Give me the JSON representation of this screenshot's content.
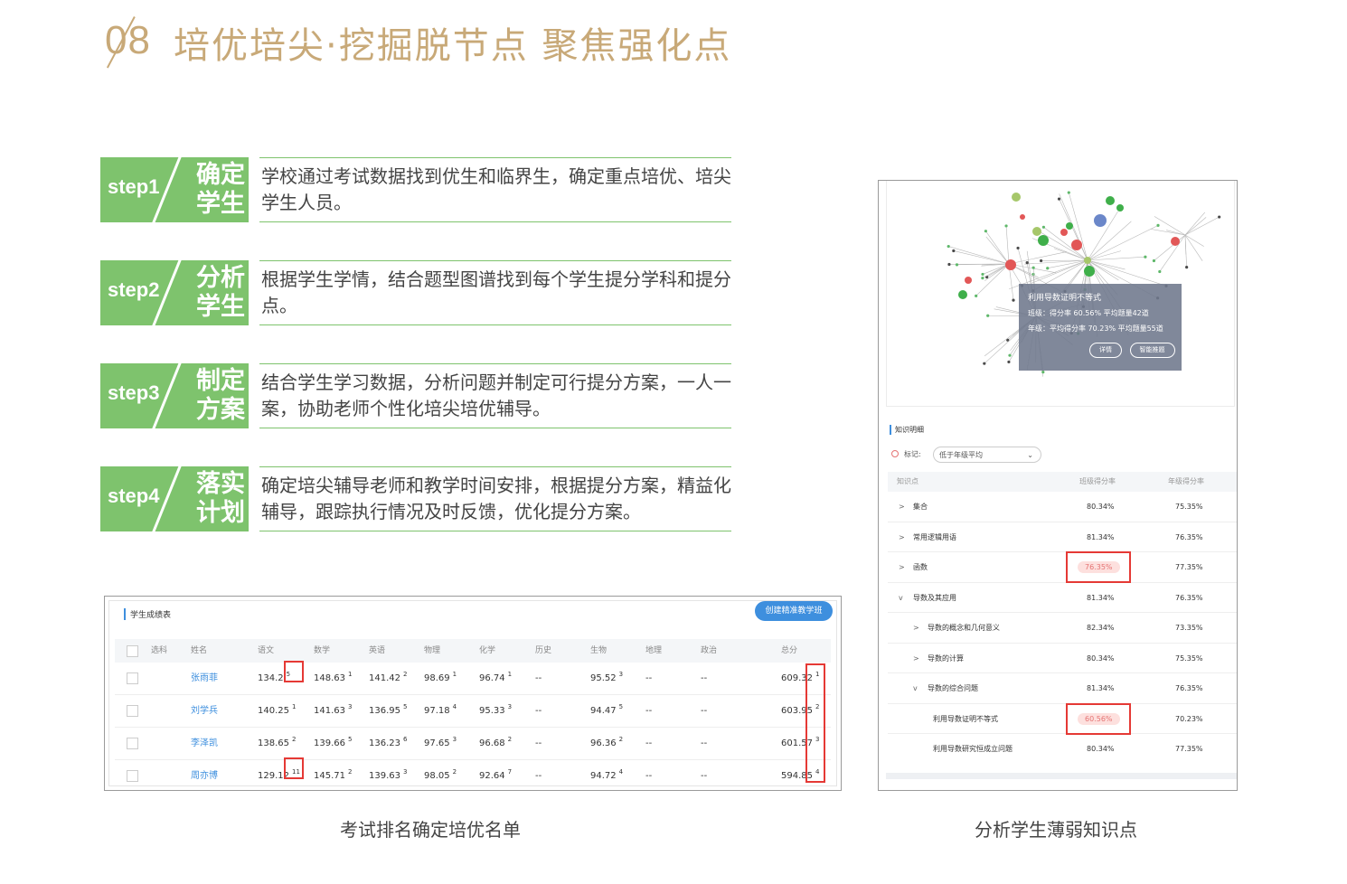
{
  "header": {
    "number": "08",
    "title": "培优培尖·挖掘脱节点 聚焦强化点"
  },
  "steps": [
    {
      "label": "step1",
      "big": [
        "确定",
        "学生"
      ],
      "text": "学校通过考试数据找到优生和临界生，确定重点培优、培尖学生人员。"
    },
    {
      "label": "step2",
      "big": [
        "分析",
        "学生"
      ],
      "text": "根据学生学情，结合题型图谱找到每个学生提分学科和提分点。"
    },
    {
      "label": "step3",
      "big": [
        "制定",
        "方案"
      ],
      "text": "结合学生学习数据，分析问题并制定可行提分方案，一人一案，协助老师个性化培尖培优辅导。"
    },
    {
      "label": "step4",
      "big": [
        "落实",
        "计划"
      ],
      "text": "确定培尖辅导老师和教学时间安排，根据提分方案，精益化辅导，跟踪执行情况及时反馈，优化提分方案。"
    }
  ],
  "scores": {
    "title": "学生成绩表",
    "button": "创建精准教学班",
    "headers": [
      "选科",
      "姓名",
      "语文",
      "数学",
      "英语",
      "物理",
      "化学",
      "历史",
      "生物",
      "地理",
      "政治",
      "总分"
    ],
    "rows": [
      {
        "name": "张雨菲",
        "yuwen": "134.2",
        "yuwen_r": "5",
        "shuxue": "148.63",
        "shuxue_r": "1",
        "yingyu": "141.42",
        "yingyu_r": "2",
        "wuli": "98.69",
        "wuli_r": "1",
        "huaxue": "96.74",
        "huaxue_r": "1",
        "lishi": "--",
        "shengwu": "95.52",
        "shengwu_r": "3",
        "dili": "--",
        "zhengzhi": "--",
        "total": "609.32",
        "total_r": "1"
      },
      {
        "name": "刘学兵",
        "yuwen": "140.25",
        "yuwen_r": "1",
        "shuxue": "141.63",
        "shuxue_r": "3",
        "yingyu": "136.95",
        "yingyu_r": "5",
        "wuli": "97.18",
        "wuli_r": "4",
        "huaxue": "95.33",
        "huaxue_r": "3",
        "lishi": "--",
        "shengwu": "94.47",
        "shengwu_r": "5",
        "dili": "--",
        "zhengzhi": "--",
        "total": "603.95",
        "total_r": "2"
      },
      {
        "name": "李泽凯",
        "yuwen": "138.65",
        "yuwen_r": "2",
        "shuxue": "139.66",
        "shuxue_r": "5",
        "yingyu": "136.23",
        "yingyu_r": "6",
        "wuli": "97.65",
        "wuli_r": "3",
        "huaxue": "96.68",
        "huaxue_r": "2",
        "lishi": "--",
        "shengwu": "96.36",
        "shengwu_r": "2",
        "dili": "--",
        "zhengzhi": "--",
        "total": "601.57",
        "total_r": "3"
      },
      {
        "name": "周亦博",
        "yuwen": "129.12",
        "yuwen_r": "11",
        "shuxue": "145.71",
        "shuxue_r": "2",
        "yingyu": "139.63",
        "yingyu_r": "3",
        "wuli": "98.05",
        "wuli_r": "2",
        "huaxue": "92.64",
        "huaxue_r": "7",
        "lishi": "--",
        "shengwu": "94.72",
        "shengwu_r": "4",
        "dili": "--",
        "zhengzhi": "--",
        "total": "594.85",
        "total_r": "4"
      }
    ],
    "caption": "考试排名确定培优名单"
  },
  "knowledge": {
    "tooltip": {
      "title": "利用导数证明不等式",
      "class_line": "班级：得分率 60.56%   平均题量42道",
      "grade_line": "年级：平均得分率 70.23%   平均题量55道",
      "btn_detail": "详情",
      "btn_smart": "智能推题"
    },
    "section_title": "知识明细",
    "filter_label": "标记:",
    "filter_value": "低于年级平均",
    "headers": [
      "知识点",
      "班级得分率",
      "年级得分率"
    ],
    "rows": [
      {
        "arrow": ">",
        "name": "集合",
        "cls": "80.34%",
        "grade": "75.35%"
      },
      {
        "arrow": ">",
        "name": "常用逻辑用语",
        "cls": "81.34%",
        "grade": "76.35%"
      },
      {
        "arrow": ">",
        "name": "函数",
        "cls": "76.35%",
        "grade": "77.35%"
      },
      {
        "arrow": "v",
        "name": "导数及其应用",
        "cls": "81.34%",
        "grade": "76.35%"
      },
      {
        "arrow": ">",
        "name": "导数的概念和几何意义",
        "cls": "82.34%",
        "grade": "73.35%"
      },
      {
        "arrow": ">",
        "name": "导数的计算",
        "cls": "80.34%",
        "grade": "75.35%"
      },
      {
        "arrow": "v",
        "name": "导数的综合问题",
        "cls": "81.34%",
        "grade": "76.35%"
      },
      {
        "arrow": "",
        "name": "利用导数证明不等式",
        "cls": "60.56%",
        "grade": "70.23%"
      },
      {
        "arrow": "",
        "name": "利用导数研究恒成立问题",
        "cls": "80.34%",
        "grade": "77.35%"
      }
    ],
    "caption": "分析学生薄弱知识点"
  },
  "colors": {
    "gold": "#c8a978",
    "green": "#7ec36d",
    "blue": "#3e8fde",
    "red": "#e53935"
  }
}
